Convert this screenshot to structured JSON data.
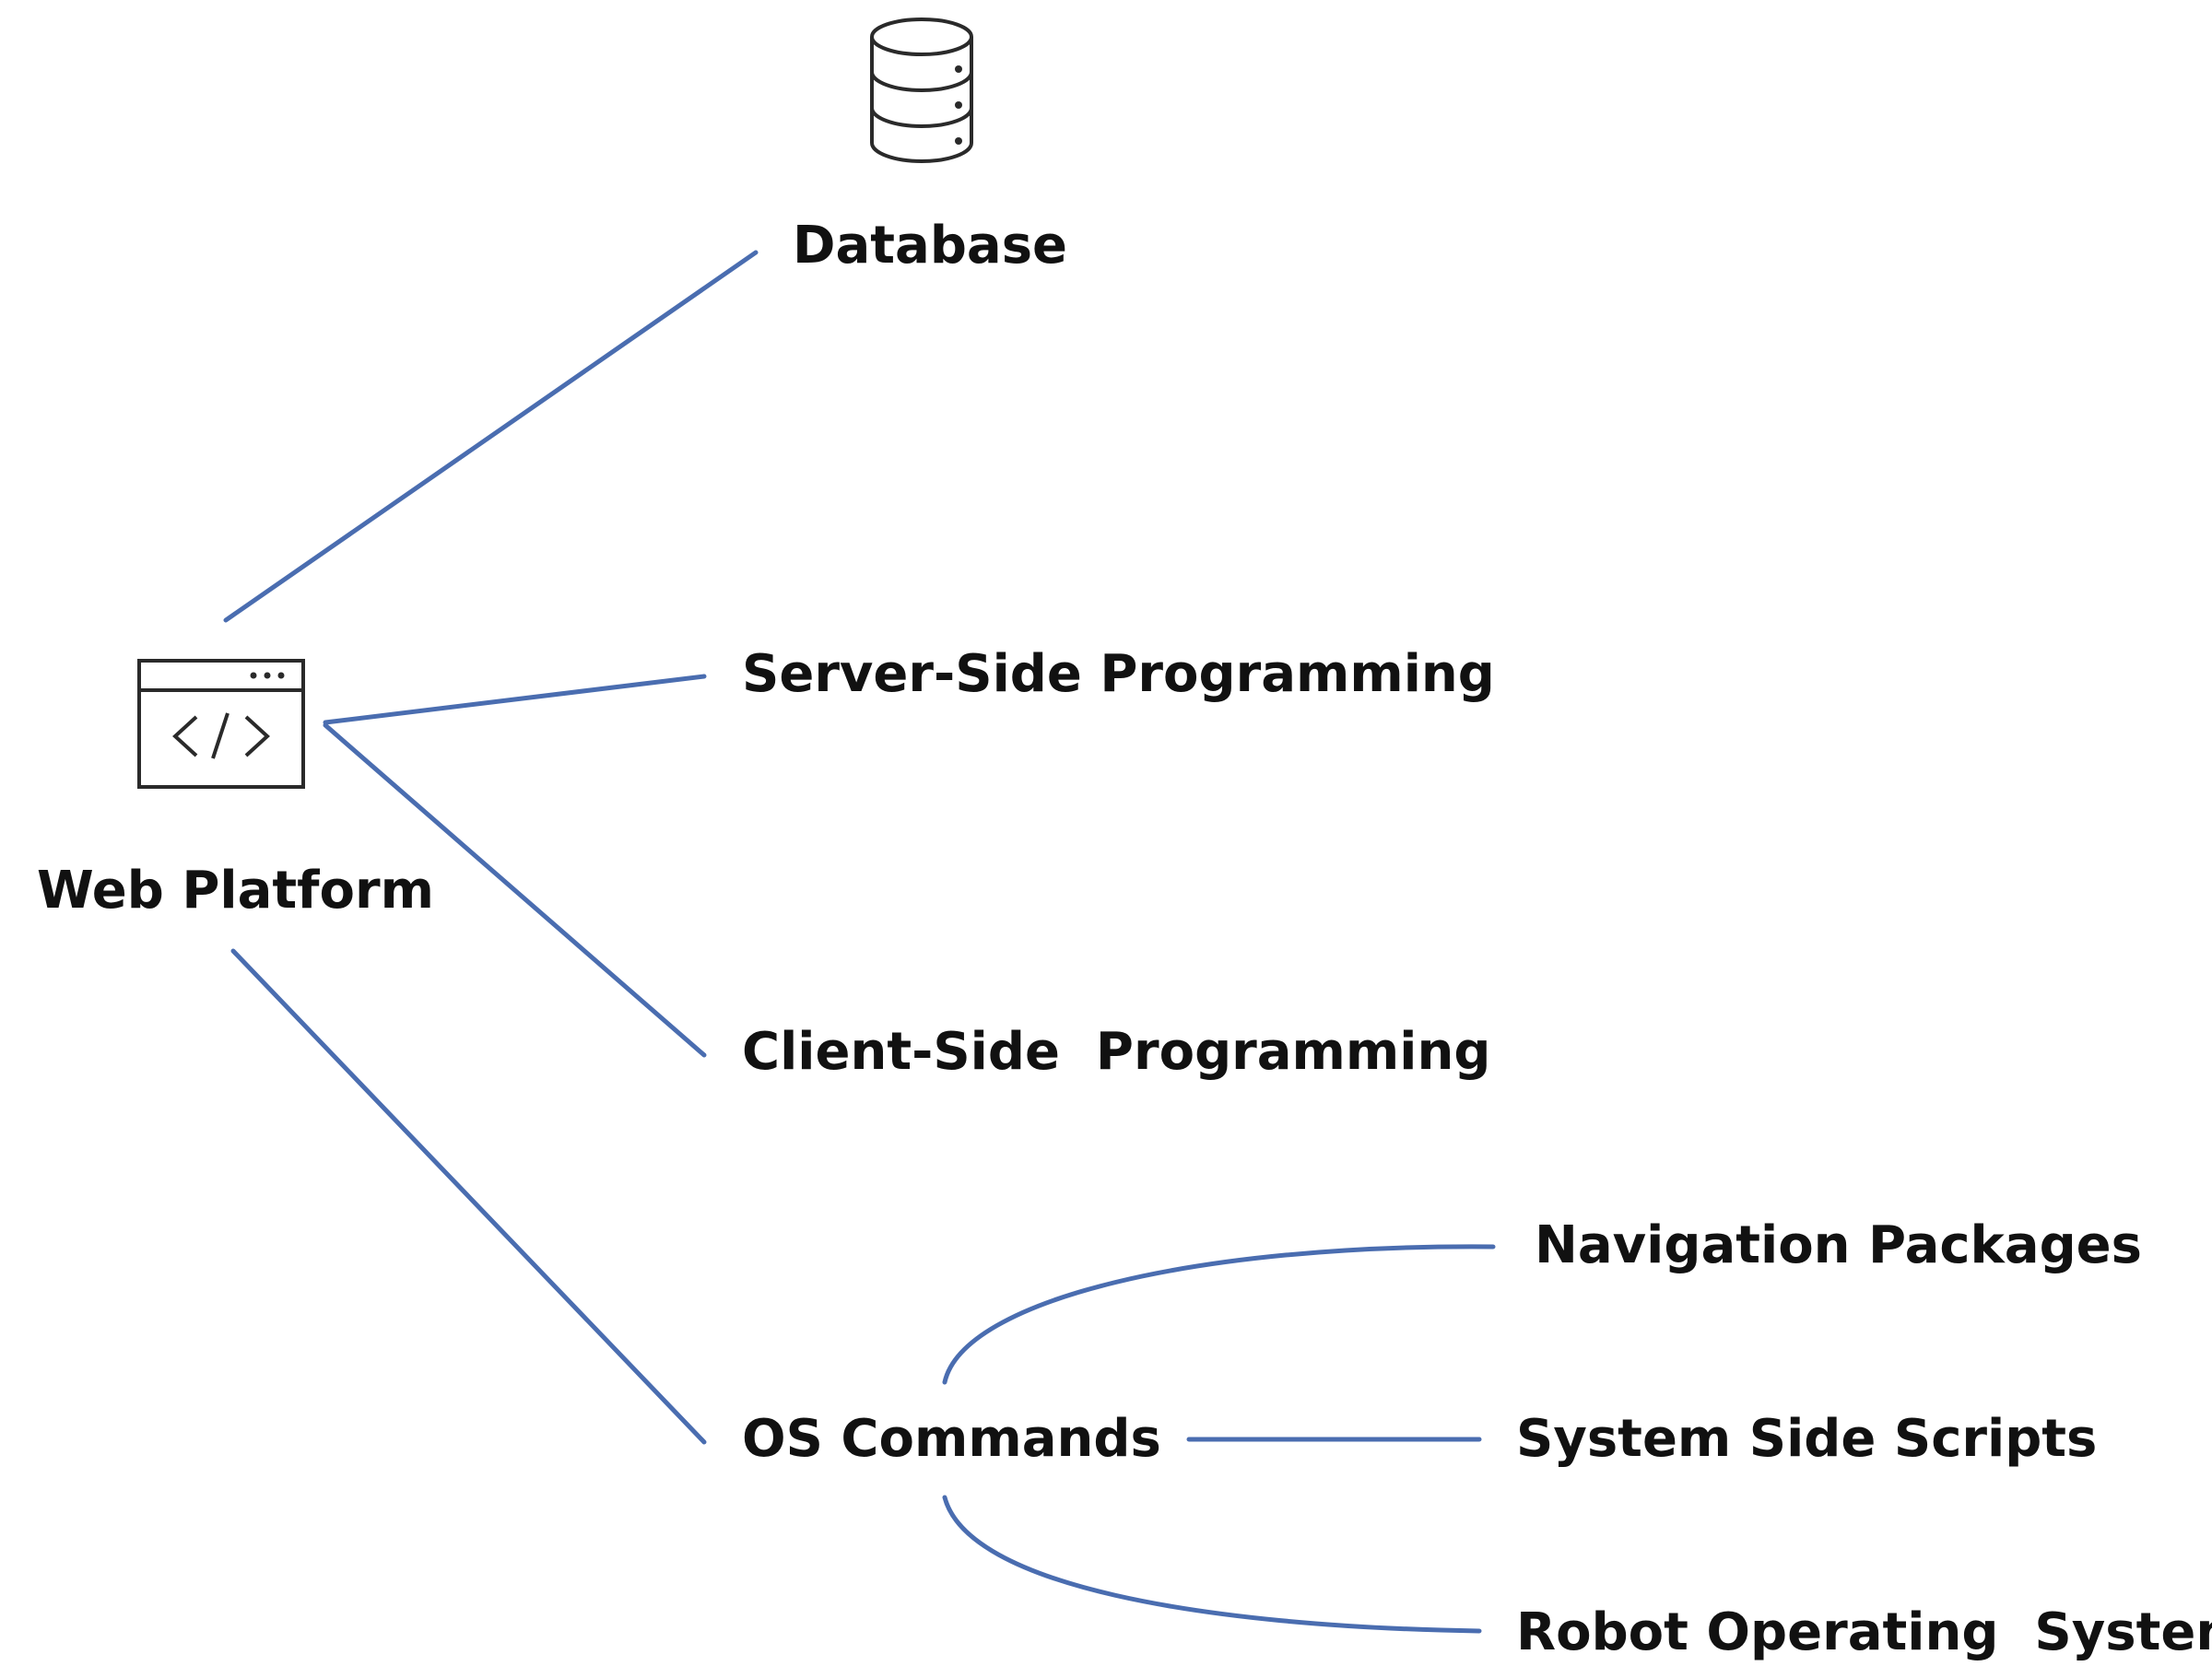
{
  "diagram": {
    "nodes": {
      "database": {
        "label": "Database",
        "icon": "database-icon"
      },
      "web_platform": {
        "label": "Web Platform",
        "icon": "code-window-icon"
      },
      "server_side": {
        "label": "Server-Side Programming"
      },
      "client_side": {
        "label": "Client-Side  Programming"
      },
      "os_commands": {
        "label": "OS Commands"
      },
      "navigation_packages": {
        "label": "Navigation Packages"
      },
      "system_side_scripts": {
        "label": "System Side Scripts"
      },
      "robot_os": {
        "label": "Robot Operating  System"
      }
    },
    "edges": [
      {
        "from": "web_platform",
        "to": "database"
      },
      {
        "from": "web_platform",
        "to": "server_side"
      },
      {
        "from": "web_platform",
        "to": "client_side"
      },
      {
        "from": "web_platform",
        "to": "os_commands"
      },
      {
        "from": "os_commands",
        "to": "navigation_packages"
      },
      {
        "from": "os_commands",
        "to": "system_side_scripts"
      },
      {
        "from": "os_commands",
        "to": "robot_os"
      }
    ],
    "colors": {
      "edge": "#4a6db0",
      "text": "#111111",
      "icon": "#2a2a2a"
    }
  }
}
